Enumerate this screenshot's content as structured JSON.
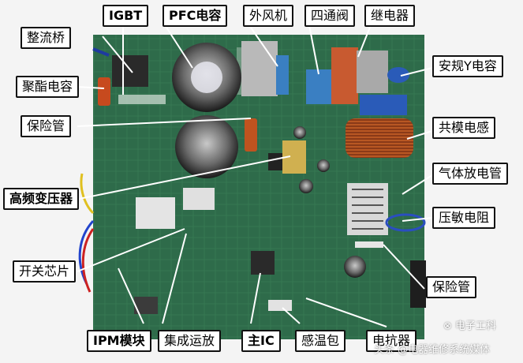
{
  "labels": {
    "igbt": "IGBT",
    "pfc_cap": "PFC电容",
    "outdoor_fan": "外风机",
    "four_way_valve": "四通阀",
    "relay": "继电器",
    "rectifier_bridge": "整流桥",
    "safety_y_cap": "安规Y电容",
    "polyester_cap": "聚酯电容",
    "fuse_top": "保险管",
    "common_mode_inductor": "共模电感",
    "gas_discharge_tube": "气体放电管",
    "hf_transformer": "高频变压器",
    "varistor": "压敏电阻",
    "switch_chip": "开关芯片",
    "fuse_bottom": "保险管",
    "ipm_module": "IPM模块",
    "op_amp": "集成运放",
    "main_ic": "主IC",
    "temp_sensor": "感温包",
    "reactor": "电抗器"
  },
  "watermark": {
    "line1": "⊗ 电子工科",
    "line2": "头条 @电器维修系统媒体"
  },
  "colors": {
    "board": "#2e6b4a",
    "label_border": "#111111",
    "leader_line": "#ffffff"
  }
}
